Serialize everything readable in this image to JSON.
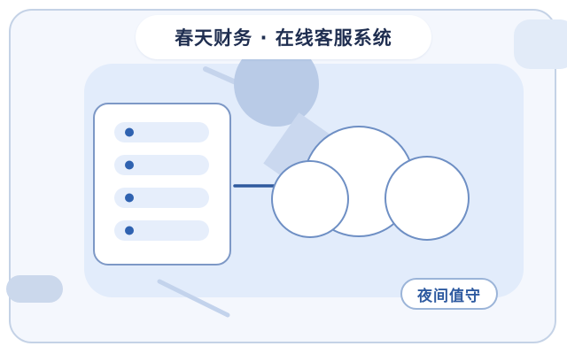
{
  "header": {
    "title": "春天财务 · 在线客服系统"
  },
  "badge": {
    "label": "夜间值守"
  },
  "chat_panel": {
    "items": [
      {
        "icon": "bullet-dot"
      },
      {
        "icon": "bullet-dot"
      },
      {
        "icon": "bullet-dot"
      },
      {
        "icon": "bullet-dot"
      }
    ]
  },
  "colors": {
    "frame_border": "#c4d2e6",
    "frame_background": "#f4f7fd",
    "panel_background": "#e2ecfb",
    "title_text": "#1f2e50",
    "accent_blue": "#2e5aa0",
    "line_blue": "#6e8fc4",
    "dot_blue": "#2f62b0"
  }
}
